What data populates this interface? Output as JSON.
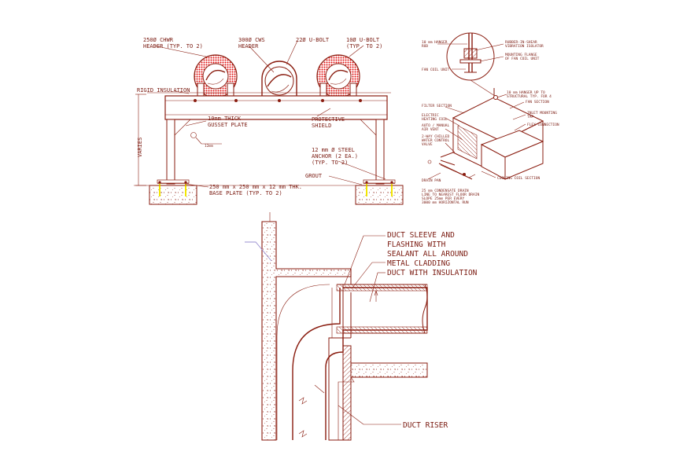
{
  "colors": {
    "line": "#8a1d10",
    "text": "#7a1a10",
    "pipe_red": "#e01010",
    "anchor_yellow": "#f2e600",
    "leader_purple": "#9a8fd0",
    "background": "#ffffff"
  },
  "pipe_support": {
    "header_chwr": "250Ø CHWR",
    "header_chwr_note": "HEADER (TYP. TO 2)",
    "header_cws": "300Ø CWS",
    "header_cws_note": "HEADER",
    "ubolt_22": "22Ø U-BOLT",
    "ubolt_10": "10Ø U-BOLT",
    "ubolt_10_note": "(TYP. TO 2)",
    "rigid_insulation": "RIGID INSULATION",
    "gusset_1": "10mm THICK",
    "gusset_2": "GUSSET PLATE",
    "shield_1": "PROTECTIVE",
    "shield_2": "SHIELD",
    "dim_12mm": "12mm",
    "varies": "VARIES",
    "anchor_1": "12 mm Ø STEEL",
    "anchor_2": "ANCHOR (2 EA.)",
    "anchor_3": "(TYP. TO 2)",
    "grout": "GROUT",
    "base_plate_1": "250 mm x 250 mm x 12 mm THK.",
    "base_plate_2": "BASE PLATE (TYP. TO 2)"
  },
  "fcu_detail": {
    "hanger_rod": "10 mm HANGER",
    "hanger_rod_2": "ROD",
    "rubber_1": "RUBBER-IN-SHEAR",
    "rubber_2": "VIBRATION ISOLATOR",
    "flange_1": "MOUNTING FLANGE",
    "flange_2": "OF FAN COIL UNIT",
    "fan_coil": "FAN COIL UNIT",
    "hanger_up_1": "10 mm HANGER UP TO",
    "hanger_up_2": "STRUCTURAL TYP. FOR 4",
    "fan_section": "FAN SECTION",
    "filter": "FILTER SECTION",
    "heating_1": "ELECTRIC",
    "heating_2": "HEATING COIL",
    "air_vent_1": "AUTO / MANUAL",
    "air_vent_2": "AIR VENT",
    "valve_1": "2-WAY CHILLED",
    "valve_2": "WATER CONTROL",
    "valve_3": "VALVE",
    "inlet_1": "INLET MOUNTING",
    "inlet_2": "TAP",
    "flex": "FLEX CONNECTION",
    "drain_pan": "DRAIN PAN",
    "cooling_coil": "COOLING COIL SECTION",
    "condensate_1": "25 mm CONDENSATE DRAIN",
    "condensate_2": "LINE TO NEAREST FLOOR DRAIN",
    "condensate_3": "SLOPE 25mm PER EVERY",
    "condensate_4": "3000 mm HORIZONTAL RUN"
  },
  "duct_detail": {
    "sleeve_1": "DUCT SLEEVE AND",
    "sleeve_2": "FLASHING WITH",
    "sleeve_3": "SEALANT ALL AROUND",
    "cladding": "METAL CLADDING",
    "insulation": "DUCT WITH INSULATION",
    "riser": "DUCT RISER"
  }
}
